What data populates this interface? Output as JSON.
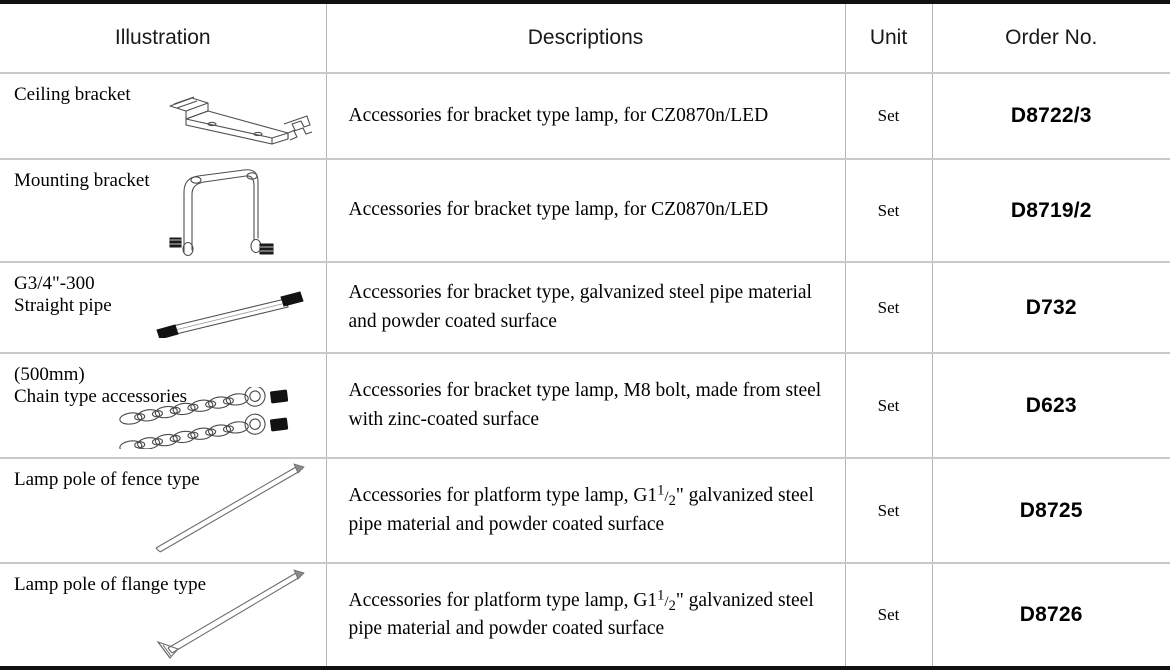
{
  "table": {
    "headers": {
      "illustration": "Illustration",
      "descriptions": "Descriptions",
      "unit": "Unit",
      "order_no": "Order No."
    },
    "rows": [
      {
        "name": "Ceiling bracket",
        "description": "Accessories for bracket type lamp, for CZ0870n/LED",
        "unit": "Set",
        "order_no": "D8722/3",
        "illustration": "ceiling-bracket-drawing"
      },
      {
        "name": "Mounting bracket",
        "description": "Accessories for bracket type lamp, for CZ0870n/LED",
        "unit": "Set",
        "order_no": "D8719/2",
        "illustration": "mounting-bracket-drawing"
      },
      {
        "name": "G3/4\"-300\nStraight pipe",
        "description": "Accessories for bracket type, galvanized steel pipe material and powder coated surface",
        "unit": "Set",
        "order_no": "D732",
        "illustration": "straight-pipe-drawing"
      },
      {
        "name": "(500mm)\nChain type accessories",
        "description": "Accessories for bracket type lamp, M8 bolt, made from steel with zinc-coated surface",
        "unit": "Set",
        "order_no": "D623",
        "illustration": "chain-accessories-drawing"
      },
      {
        "name": "Lamp pole of fence type",
        "description_parts": {
          "before": "Accessories for platform type lamp, G1",
          "fraction_num": "1",
          "fraction_den": "2",
          "after": "\" galvanized steel pipe material and powder coated surface"
        },
        "unit": "Set",
        "order_no": "D8725",
        "illustration": "fence-type-lamp-pole-drawing"
      },
      {
        "name": "Lamp pole of flange type",
        "description_parts": {
          "before": "Accessories for platform type lamp, G1",
          "fraction_num": "1",
          "fraction_den": "2",
          "after": "\" galvanized steel pipe material and powder coated surface"
        },
        "unit": "Set",
        "order_no": "D8726",
        "illustration": "flange-type-lamp-pole-drawing"
      }
    ]
  },
  "colors": {
    "border_heavy": "#111111",
    "border_light": "#c9c9c9",
    "text": "#000000",
    "drawing_stroke": "#4a4a4a",
    "drawing_dark": "#111111"
  }
}
